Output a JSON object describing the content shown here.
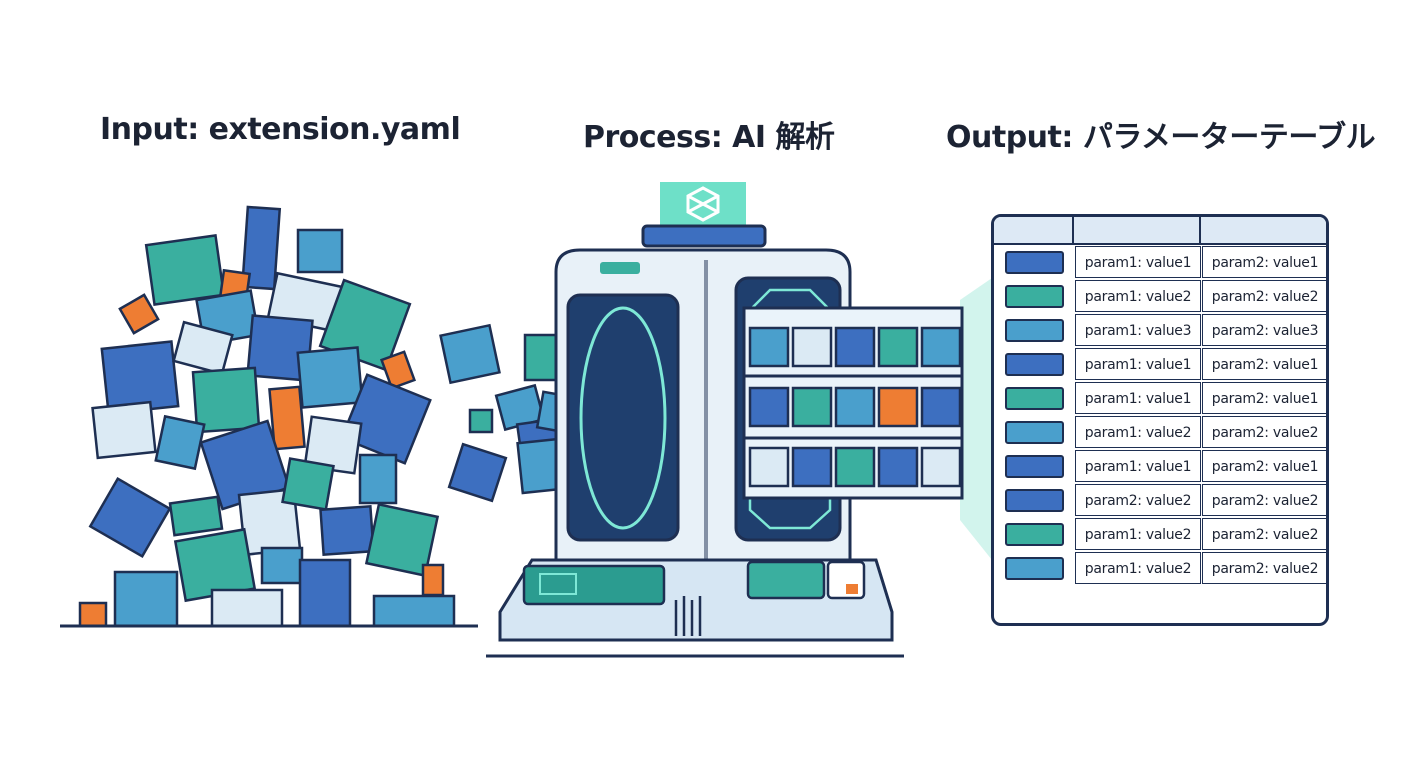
{
  "headings": {
    "input": "Input: extension.yaml",
    "process": "Process: AI 解析",
    "output": "Output: パラメーターテーブル"
  },
  "colors": {
    "outline": "#1e2f52",
    "blue": "#3d6fc0",
    "teal": "#3aaf9f",
    "sky": "#4a9fcc",
    "pale": "#dbeaf4",
    "orange": "#ee7d33",
    "glow": "#7ee8d6"
  },
  "table": {
    "rows": [
      {
        "swatch": "blue",
        "col1": "param1: value1",
        "col2": "param2: value1"
      },
      {
        "swatch": "teal",
        "col1": "param1: value2",
        "col2": "param2: value2"
      },
      {
        "swatch": "sky",
        "col1": "param1: value3",
        "col2": "param2: value3"
      },
      {
        "swatch": "blue",
        "col1": "param1: value1",
        "col2": "param2: value1"
      },
      {
        "swatch": "teal",
        "col1": "param1: value1",
        "col2": "param2: value1"
      },
      {
        "swatch": "sky",
        "col1": "param1: value2",
        "col2": "param2: value2"
      },
      {
        "swatch": "blue",
        "col1": "param1: value1",
        "col2": "param2: value1"
      },
      {
        "swatch": "blue",
        "col1": "param2: value2",
        "col2": "param2: value2"
      },
      {
        "swatch": "teal",
        "col1": "param1: value2",
        "col2": "param2: value2"
      },
      {
        "swatch": "sky",
        "col1": "param1: value2",
        "col2": "param2: value2"
      }
    ]
  }
}
